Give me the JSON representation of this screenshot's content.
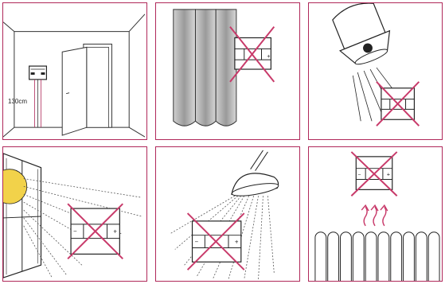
{
  "palette": {
    "frame": "#b0285a",
    "cross": "#c83a6a",
    "line": "#333333",
    "curtain": "#a9a9a9",
    "sun": "#f2d24a",
    "device_fill": "#ffffff"
  },
  "panels": [
    {
      "id": "correct-placement",
      "caption": "130cm",
      "icons": [
        "wall-thermostat-icon",
        "door-icon",
        "room-corner-icon"
      ]
    },
    {
      "id": "no-curtain",
      "icons": [
        "curtain-icon",
        "thermostat-crossed-icon"
      ]
    },
    {
      "id": "no-spotlight",
      "icons": [
        "spotlight-icon",
        "thermostat-crossed-icon"
      ]
    },
    {
      "id": "no-sunlight",
      "icons": [
        "window-icon",
        "sun-icon",
        "thermostat-crossed-icon"
      ]
    },
    {
      "id": "no-shower-lamp",
      "icons": [
        "lamp-icon",
        "thermostat-crossed-icon"
      ]
    },
    {
      "id": "no-radiator",
      "icons": [
        "radiator-icon",
        "heat-arrows-icon",
        "thermostat-crossed-icon"
      ]
    }
  ],
  "device": {
    "minus": "−",
    "plus": "+"
  }
}
